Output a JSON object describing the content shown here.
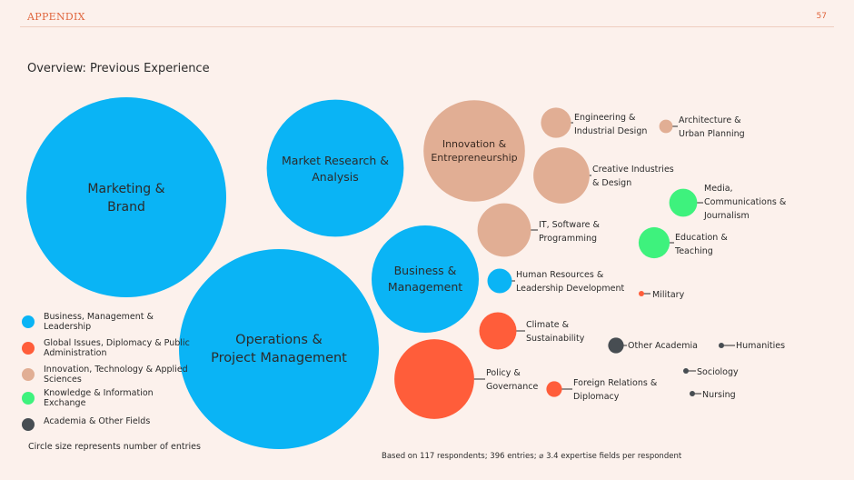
{
  "header": {
    "section": "APPENDIX",
    "page_number": "57"
  },
  "title": "Overview: Previous Experience",
  "colors": {
    "business": "#0ab4f5",
    "global": "#ff5d3a",
    "innovation": "#e1ae94",
    "knowledge": "#3ef27d",
    "academia": "#474d52",
    "background": "#fcf1ec",
    "accent": "#e0663e"
  },
  "legend": {
    "items": [
      {
        "key": "business",
        "label": "Business, Management & Leadership"
      },
      {
        "key": "global",
        "label": "Global Issues, Diplomacy & Public Administration"
      },
      {
        "key": "innovation",
        "label": "Innovation, Technology & Applied Sciences"
      },
      {
        "key": "knowledge",
        "label": "Knowledge & Information Exchange"
      },
      {
        "key": "academia",
        "label": "Academia & Other Fields"
      }
    ],
    "note": "Circle size represents number of entries"
  },
  "footnote": "Based on 117 respondents; 396 entries; ⌀ 3.4 expertise fields per respondent",
  "chart_data": {
    "type": "bubble",
    "size_encoding": "number of entries",
    "points": [
      {
        "label": [
          "Marketing &",
          "Brand"
        ],
        "category": "business",
        "size": 66
      },
      {
        "label": [
          "Operations &",
          "Project Management"
        ],
        "category": "business",
        "size": 66
      },
      {
        "label": [
          "Market Research &",
          "Analysis"
        ],
        "category": "business",
        "size": 31
      },
      {
        "label": [
          "Business &",
          "Management"
        ],
        "category": "business",
        "size": 19
      },
      {
        "label": [
          "Human Resources &",
          "Leadership Development"
        ],
        "category": "business",
        "size": 1
      },
      {
        "label": [
          "Innovation &",
          "Entrepreneurship"
        ],
        "category": "innovation",
        "size": 17
      },
      {
        "label": [
          "Engineering &",
          "Industrial Design"
        ],
        "category": "innovation",
        "size": 1.5
      },
      {
        "label": [
          "Architecture &",
          "Urban Planning"
        ],
        "category": "innovation",
        "size": 0.3
      },
      {
        "label": [
          "Creative Industries",
          "& Design"
        ],
        "category": "innovation",
        "size": 5.2
      },
      {
        "label": [
          "IT, Software &",
          "Programming"
        ],
        "category": "innovation",
        "size": 4.7
      },
      {
        "label": [
          "Media,",
          "Communications &",
          "Journalism"
        ],
        "category": "knowledge",
        "size": 1.3
      },
      {
        "label": [
          "Education &",
          "Teaching"
        ],
        "category": "knowledge",
        "size": 1.6
      },
      {
        "label": [
          "Military"
        ],
        "category": "global",
        "size": 0.05
      },
      {
        "label": [
          "Climate &",
          "Sustainability"
        ],
        "category": "global",
        "size": 2.3
      },
      {
        "label": [
          "Policy &",
          "Governance"
        ],
        "category": "global",
        "size": 10.5
      },
      {
        "label": [
          "Foreign Relations &",
          "Diplomacy"
        ],
        "category": "global",
        "size": 0.4
      },
      {
        "label": [
          "Other Academia"
        ],
        "category": "academia",
        "size": 0.4
      },
      {
        "label": [
          "Humanities"
        ],
        "category": "academia",
        "size": 0.05
      },
      {
        "label": [
          "Sociology"
        ],
        "category": "academia",
        "size": 0.05
      },
      {
        "label": [
          "Nursing"
        ],
        "category": "academia",
        "size": 0.05
      }
    ]
  }
}
